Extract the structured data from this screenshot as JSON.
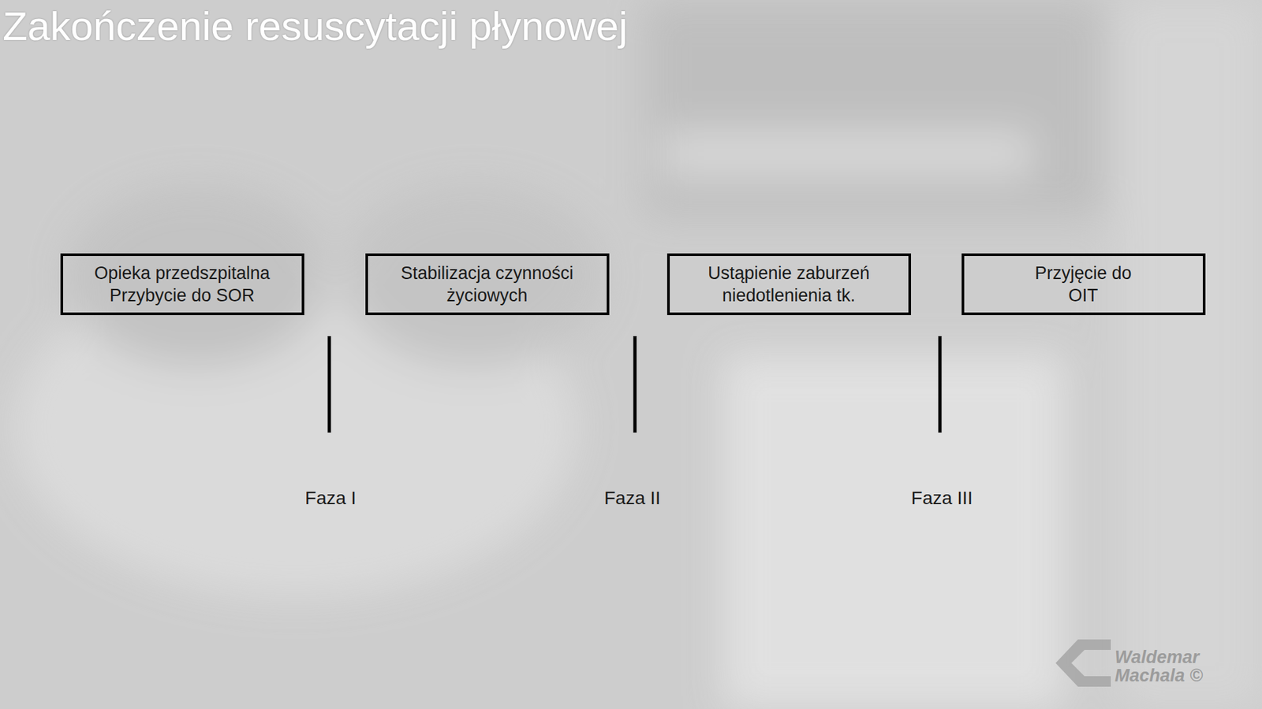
{
  "diagram": {
    "title": "Zakończenie resuscytacji płynowej",
    "nodes": [
      {
        "text": [
          "Opieka przedszpitalna",
          "Przybycie do SOR"
        ]
      },
      {
        "text": [
          "Stabilizacja czynności życiowych"
        ]
      },
      {
        "text": [
          "Ustąpienie zaburzeń niedotlenienia tk."
        ]
      },
      {
        "text": [
          "Przyjęcie do OIT"
        ]
      }
    ],
    "labels": [
      "Faza I",
      "Faza II",
      "Faza III",
      "Waldemar",
      "Machala ©"
    ]
  }
}
